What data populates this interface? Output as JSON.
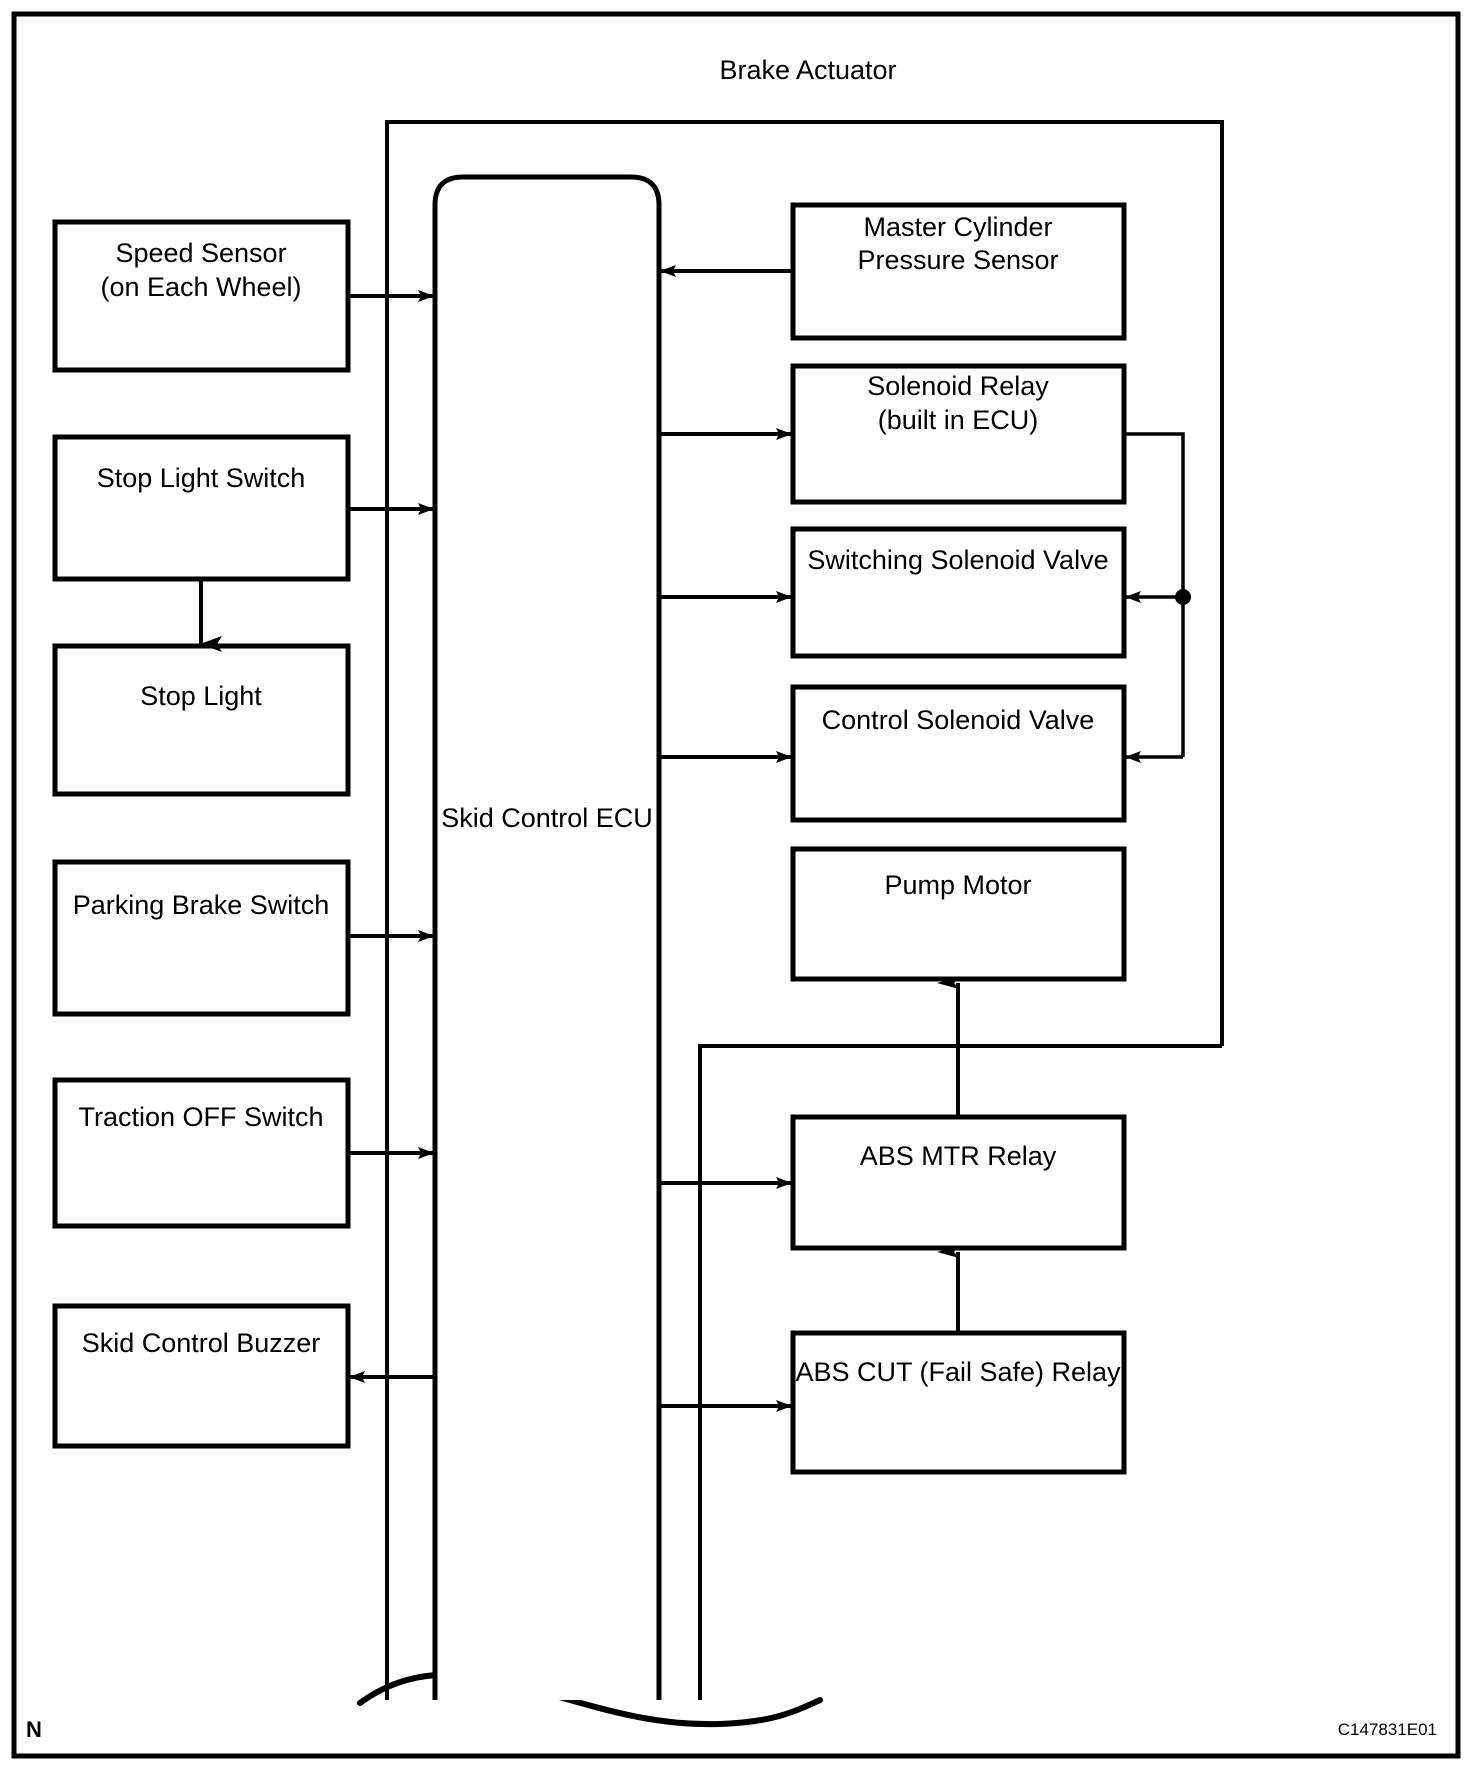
{
  "page": {
    "title": "Brake Actuator",
    "corner_letter": "N",
    "reference_code": "C147831E01",
    "background_color": "#ffffff",
    "line_color": "#000000"
  },
  "diagram": {
    "type": "block-diagram",
    "system": "Brake Actuator",
    "central_unit": {
      "id": "skid-control-ecu",
      "label": "Skid Control ECU"
    },
    "inputs": [
      {
        "id": "speed-sensor",
        "label_line1": "Speed Sensor",
        "label_line2": "(on Each Wheel)"
      },
      {
        "id": "stop-light-switch",
        "label_line1": "Stop Light Switch",
        "label_line2": ""
      },
      {
        "id": "stop-light",
        "label_line1": "Stop Light",
        "label_line2": ""
      },
      {
        "id": "parking-brake-switch",
        "label_line1": "Parking Brake Switch",
        "label_line2": ""
      },
      {
        "id": "traction-off-switch",
        "label_line1": "Traction OFF Switch",
        "label_line2": ""
      },
      {
        "id": "skid-control-buzzer",
        "label_line1": "Skid Control Buzzer",
        "label_line2": ""
      }
    ],
    "outputs": [
      {
        "id": "master-cylinder-pressure-sensor",
        "label_line1": "Master Cylinder",
        "label_line2": "Pressure Sensor"
      },
      {
        "id": "solenoid-relay",
        "label_line1": "Solenoid Relay",
        "label_line2": "(built in ECU)"
      },
      {
        "id": "switching-solenoid-valve",
        "label_line1": "Switching Solenoid Valve",
        "label_line2": ""
      },
      {
        "id": "control-solenoid-valve",
        "label_line1": "Control Solenoid Valve",
        "label_line2": ""
      },
      {
        "id": "pump-motor",
        "label_line1": "Pump Motor",
        "label_line2": ""
      },
      {
        "id": "abs-mtr-relay",
        "label_line1": "ABS MTR Relay",
        "label_line2": ""
      },
      {
        "id": "abs-cut-relay",
        "label_line1": "ABS CUT (Fail Safe) Relay",
        "label_line2": ""
      }
    ],
    "connections": [
      {
        "from": "speed-sensor",
        "to": "skid-control-ecu",
        "direction": "right"
      },
      {
        "from": "stop-light-switch",
        "to": "skid-control-ecu",
        "direction": "right"
      },
      {
        "from": "stop-light-switch",
        "to": "stop-light",
        "direction": "down"
      },
      {
        "from": "parking-brake-switch",
        "to": "skid-control-ecu",
        "direction": "right"
      },
      {
        "from": "traction-off-switch",
        "to": "skid-control-ecu",
        "direction": "right"
      },
      {
        "from": "skid-control-ecu",
        "to": "skid-control-buzzer",
        "direction": "left"
      },
      {
        "from": "master-cylinder-pressure-sensor",
        "to": "skid-control-ecu",
        "direction": "left"
      },
      {
        "from": "skid-control-ecu",
        "to": "solenoid-relay",
        "direction": "right"
      },
      {
        "from": "skid-control-ecu",
        "to": "switching-solenoid-valve",
        "direction": "right"
      },
      {
        "from": "skid-control-ecu",
        "to": "control-solenoid-valve",
        "direction": "right"
      },
      {
        "from": "solenoid-relay",
        "to": "switching-solenoid-valve",
        "direction": "left-bus"
      },
      {
        "from": "solenoid-relay",
        "to": "control-solenoid-valve",
        "direction": "left-bus"
      },
      {
        "from": "skid-control-ecu",
        "to": "abs-mtr-relay",
        "direction": "right"
      },
      {
        "from": "skid-control-ecu",
        "to": "abs-cut-relay",
        "direction": "right"
      },
      {
        "from": "abs-mtr-relay",
        "to": "pump-motor",
        "direction": "up"
      },
      {
        "from": "abs-cut-relay",
        "to": "abs-mtr-relay",
        "direction": "up"
      }
    ]
  }
}
